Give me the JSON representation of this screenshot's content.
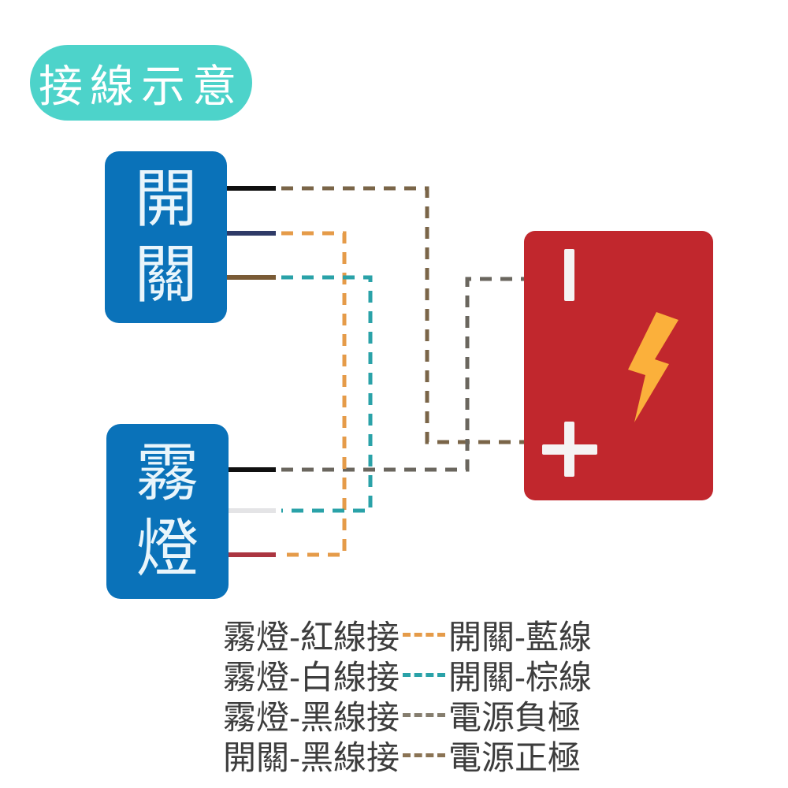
{
  "title_badge": {
    "text": "接線示意",
    "bg_color": "#4dd3ca",
    "text_color": "#ffffff"
  },
  "switch_box": {
    "label": "開關",
    "bg_color": "#0a72b9",
    "text_color": "#e9f5fb"
  },
  "foglight_box": {
    "label": "霧燈",
    "bg_color": "#0a72b9",
    "text_color": "#e9f5fb"
  },
  "power_box": {
    "bg_color": "#c1272d",
    "terminal_color": "#f5f3f3",
    "negative_terminal": "−",
    "positive_terminal": "+",
    "bolt_icon": "lightning-bolt",
    "bolt_color": "#fbb03b"
  },
  "wires": {
    "switch_black_stub": {
      "name": "開關-黑線",
      "color": "#101010"
    },
    "switch_blue_stub": {
      "name": "開關-藍線",
      "color": "#2f3a67"
    },
    "switch_brown_stub": {
      "name": "開關-棕線",
      "color": "#7a5b36"
    },
    "fog_black_stub": {
      "name": "霧燈-黑線",
      "color": "#101010"
    },
    "fog_white_stub": {
      "name": "霧燈-白線",
      "color": "#e4e4e6"
    },
    "fog_red_stub": {
      "name": "霧燈-紅線",
      "color": "#ab3540"
    },
    "dash_brown_switchblack_to_positive": {
      "color": "#7a6548"
    },
    "dash_gray_fogblack_to_negative": {
      "color": "#6a665e"
    },
    "dash_orange_switchblue_to_fogred": {
      "color": "#e59b49"
    },
    "dash_teal_switchbrown_to_fogwhite": {
      "color": "#2aa2a8"
    }
  },
  "legend": {
    "text_color": "#3d3d3d",
    "rows": [
      {
        "left": "霧燈-紅線接",
        "right": "開關-藍線",
        "wire_color": "#e59b49"
      },
      {
        "left": "霧燈-白線接",
        "right": "開關-棕線",
        "wire_color": "#2aa2a8"
      },
      {
        "left": "霧燈-黑線接",
        "right": "電源負極",
        "wire_color": "#857d6e"
      },
      {
        "left": "開關-黑線接",
        "right": "電源正極",
        "wire_color": "#8a7354"
      }
    ]
  }
}
